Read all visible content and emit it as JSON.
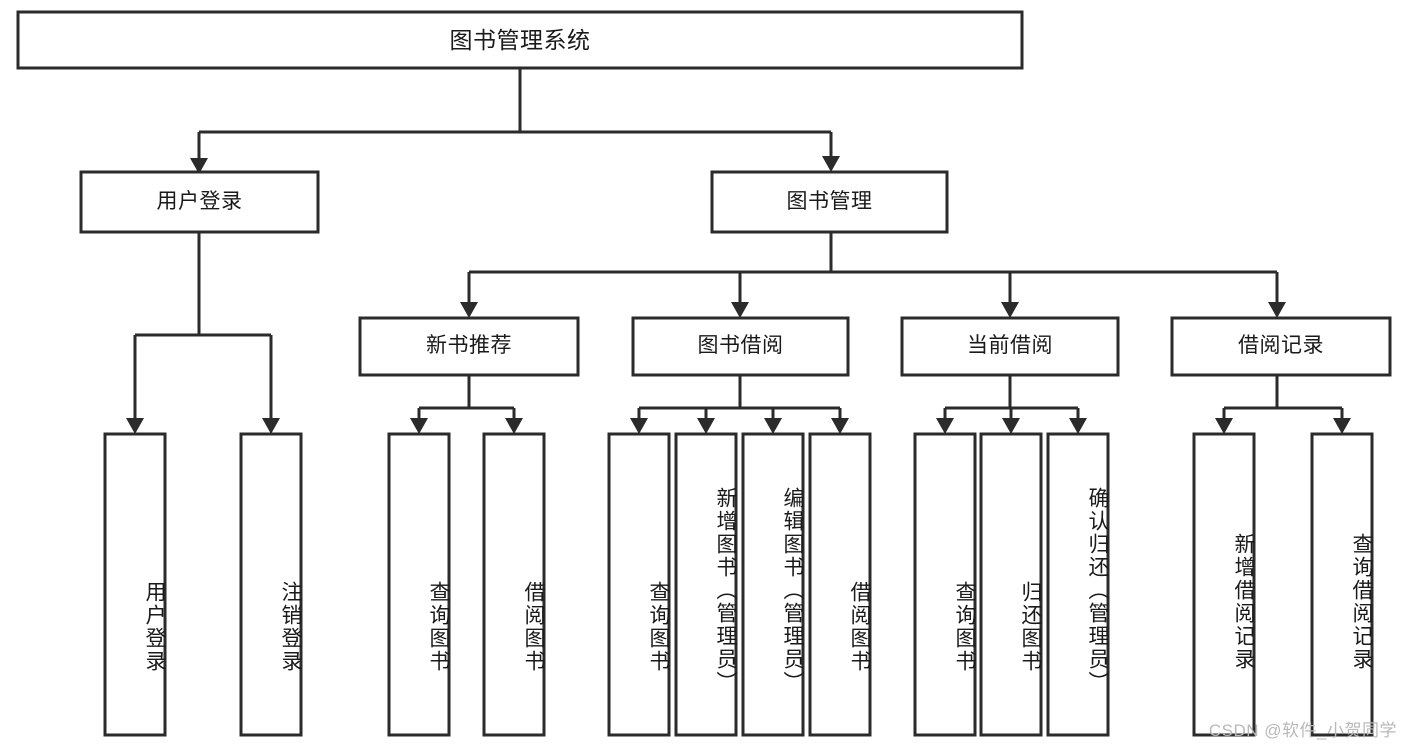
{
  "diagram": {
    "type": "hierarchy-tree",
    "title": "图书管理系统",
    "orientation": "top-down",
    "colors": {
      "box_stroke": "#2b2b2b",
      "box_fill": "#ffffff",
      "connector": "#2b2b2b",
      "text": "#1a1a1a",
      "watermark": "#b9b9b9",
      "background": "#ffffff"
    },
    "levels": {
      "root": "图书管理系统",
      "level2": [
        "用户登录",
        "图书管理"
      ],
      "level3": [
        "新书推荐",
        "图书借阅",
        "当前借阅",
        "借阅记录"
      ]
    },
    "nodes": {
      "root": {
        "label": "图书管理系统"
      },
      "user_login": {
        "label": "用户登录"
      },
      "book_manage": {
        "label": "图书管理"
      },
      "new_book_rec": {
        "label": "新书推荐"
      },
      "book_borrow": {
        "label": "图书借阅"
      },
      "current_borrow": {
        "label": "当前借阅"
      },
      "borrow_record": {
        "label": "借阅记录"
      }
    },
    "leaves": {
      "user_login": [
        {
          "label": "用户登录"
        },
        {
          "label": "注销登录"
        }
      ],
      "new_book_rec": [
        {
          "label": "查询图书"
        },
        {
          "label": "借阅图书"
        }
      ],
      "book_borrow": [
        {
          "label": "查询图书"
        },
        {
          "label": "新增图书（管理员）"
        },
        {
          "label": "编辑图书（管理员）"
        },
        {
          "label": "借阅图书"
        }
      ],
      "current_borrow": [
        {
          "label": "查询图书"
        },
        {
          "label": "归还图书"
        },
        {
          "label": "确认归还（管理员）"
        }
      ],
      "borrow_record": [
        {
          "label": "新增借阅记录"
        },
        {
          "label": "查询借阅记录"
        }
      ]
    },
    "watermark": "CSDN @软件_小贺同学"
  }
}
